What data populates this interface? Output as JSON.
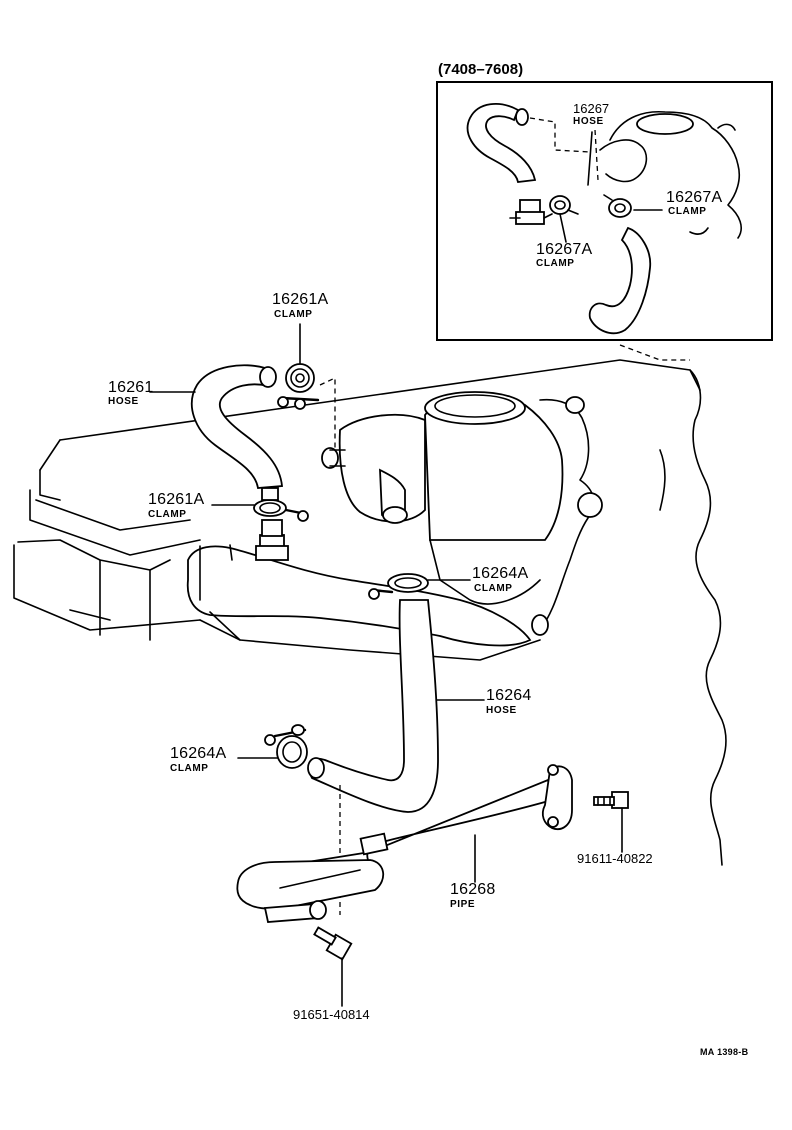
{
  "inset": {
    "header": "(7408–7608)",
    "callouts": [
      {
        "part": "16267",
        "name": "HOSE"
      },
      {
        "part": "16267A",
        "name": "CLAMP"
      },
      {
        "part": "16267A",
        "name": "CLAMP"
      }
    ]
  },
  "callouts": [
    {
      "part": "16261A",
      "name": "CLAMP"
    },
    {
      "part": "16261",
      "name": "HOSE"
    },
    {
      "part": "16261A",
      "name": "CLAMP"
    },
    {
      "part": "16264A",
      "name": "CLAMP"
    },
    {
      "part": "16264",
      "name": "HOSE"
    },
    {
      "part": "16264A",
      "name": "CLAMP"
    },
    {
      "part": "16268",
      "name": "PIPE"
    }
  ],
  "bolts": [
    {
      "part": "91611-40822"
    },
    {
      "part": "91651-40814"
    }
  ],
  "figure_code": "MA  1398-B"
}
